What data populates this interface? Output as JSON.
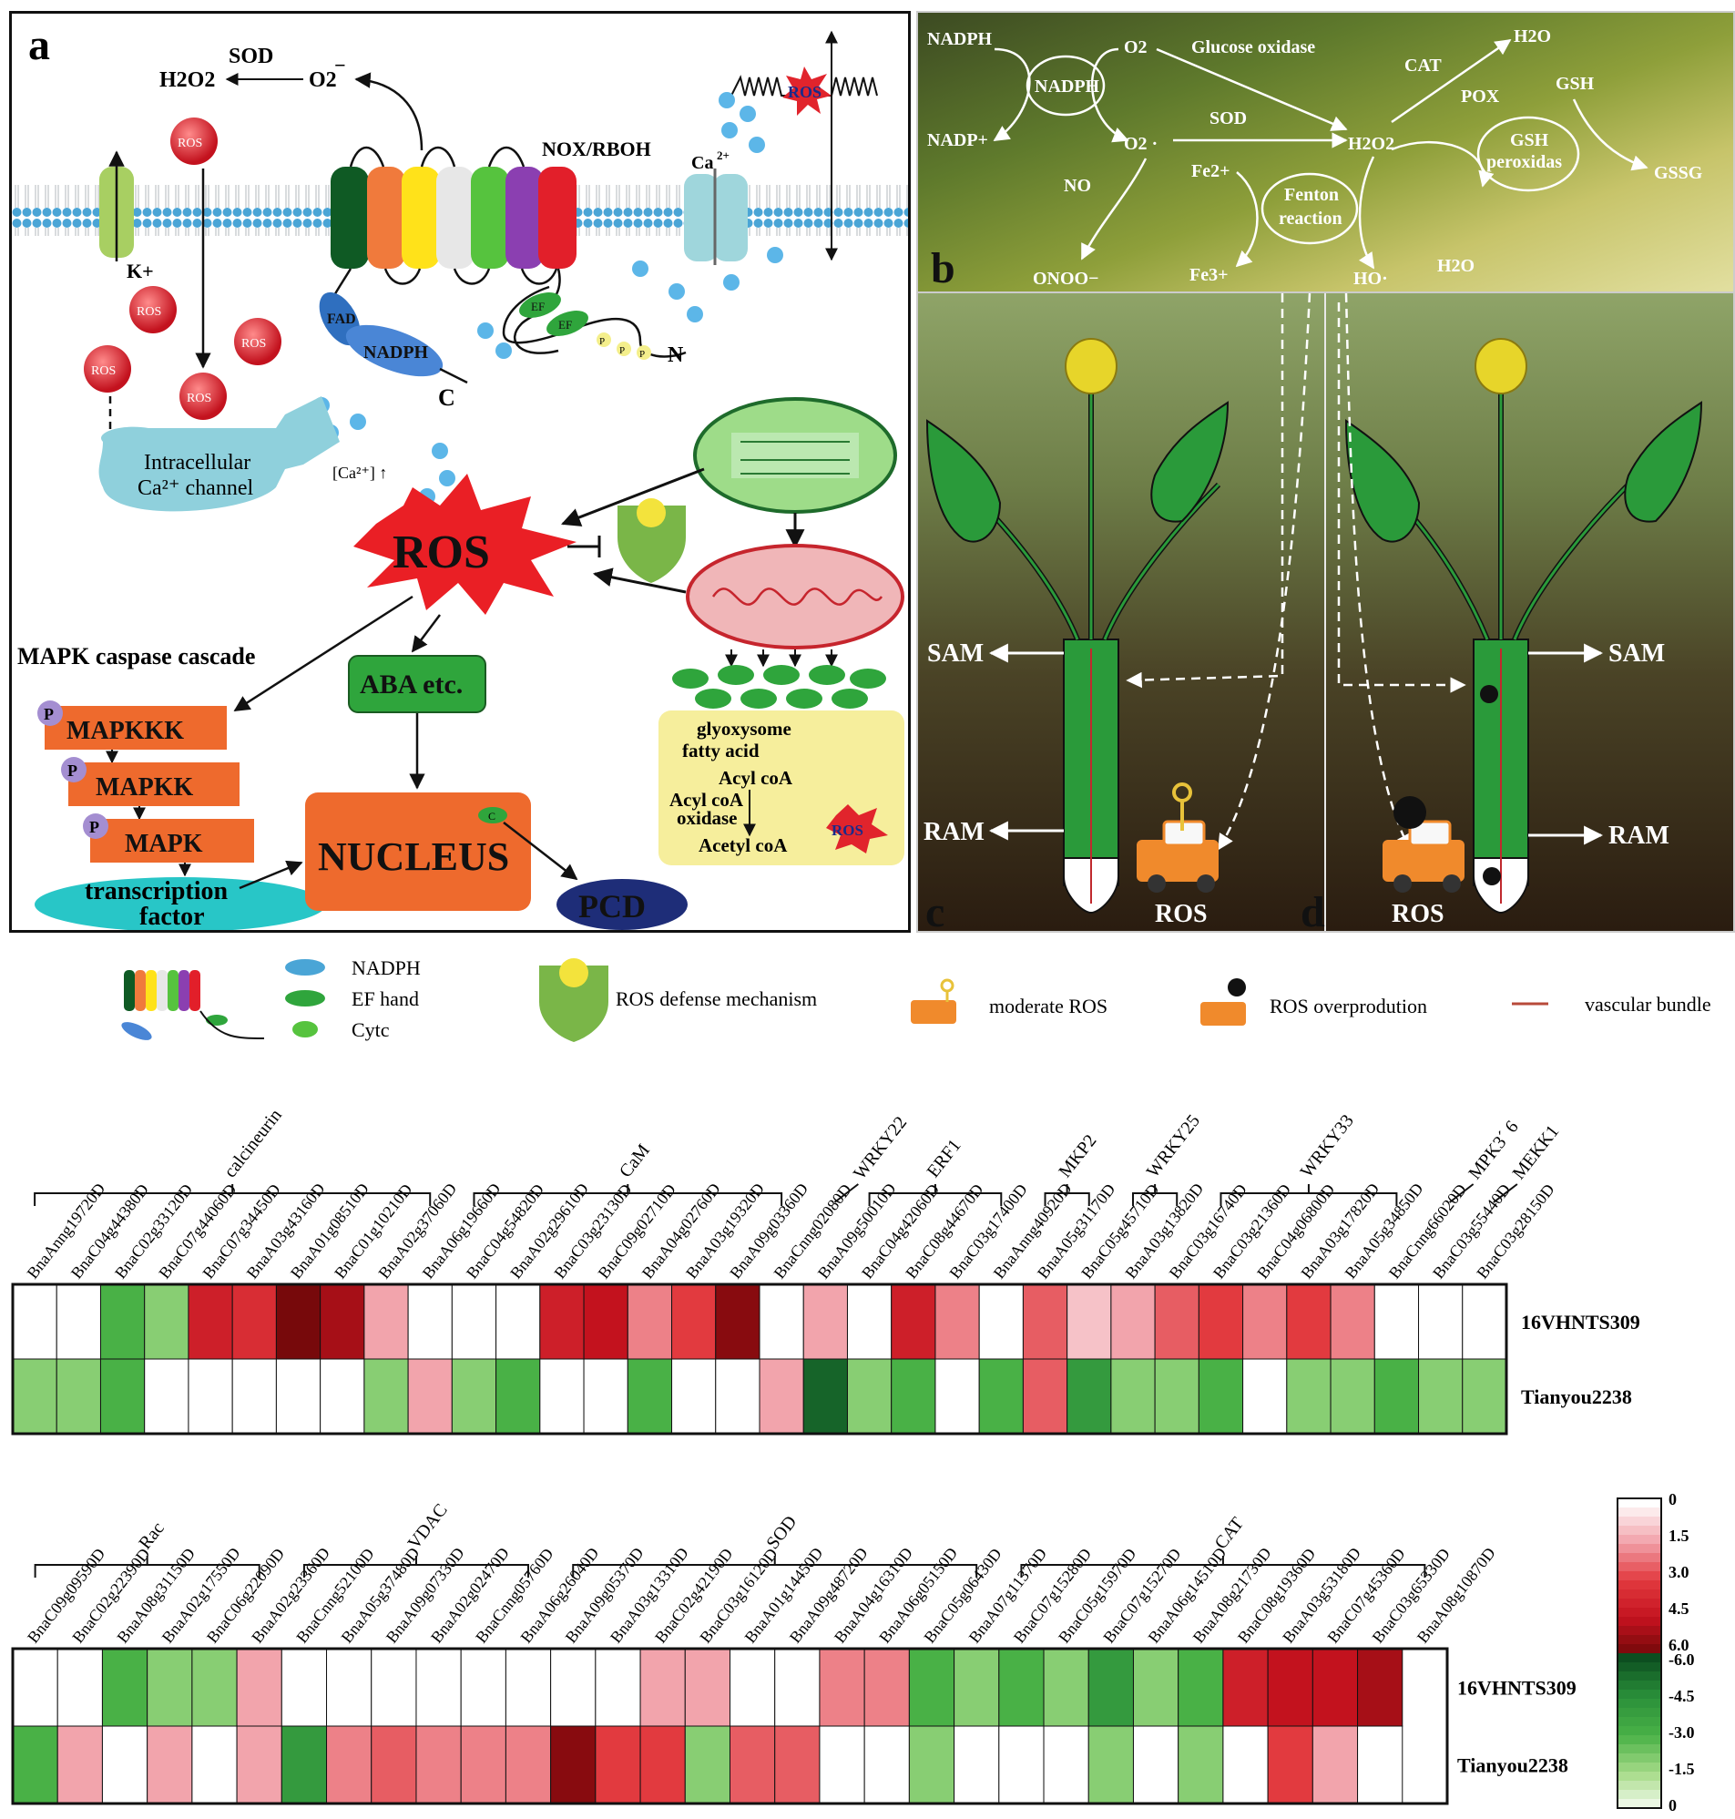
{
  "panel_letters": {
    "a": "a",
    "b": "b",
    "c": "c",
    "d": "d"
  },
  "panel_a": {
    "sod_label": "SOD",
    "h2o2": "H2O2",
    "o2_radical": "O2",
    "o2_charge": "−",
    "ros_small": "ROS",
    "nox_label": "NOX/RBOH",
    "ca_label": "Ca",
    "ca_sup": "2+",
    "ca_ion": "Ca",
    "k_label": "K+",
    "fad_label": "FAD",
    "nadph_label": "NADPH",
    "c_term": "C",
    "n_term": "N",
    "p_label": "P",
    "ef_label": "EF",
    "intracellular_line1": "Intracellular",
    "intracellular_line2": "Ca²⁺ channel",
    "ca_increase": "[Ca²⁺] ↑",
    "ros_big": "ROS",
    "ros_wave_label": "ROS",
    "mapk_cascade": "MAPK caspase cascade",
    "mapkkk": "MAPKKK",
    "mapkk": "MAPKK",
    "mapk": "MAPK",
    "tf_line1": "transcription",
    "tf_line2": "factor",
    "aba": "ABA etc.",
    "nucleus": "NUCLEUS",
    "pcd": "PCD",
    "glyoxysome_lines": [
      "glyoxysome",
      "fatty acid",
      "Acyl coA",
      "Acyl  coA",
      "oxidase",
      "Acetyl  coA"
    ],
    "glyox_ros": "ROS",
    "cytc": "C"
  },
  "panel_b": {
    "nadph_top": "NADPH",
    "nadph_circle": "NADPH",
    "nadp": "NADP+",
    "o2": "O2",
    "o2_rad": "O2 ·",
    "glucose_oxidase": "Glucose oxidase",
    "sod": "SOD",
    "h2o2": "H2O2",
    "cat": "CAT",
    "pox": "POX",
    "h2o_top": "H2O",
    "gsh": "GSH",
    "gsh_perox_line1": "GSH",
    "gsh_perox_line2": "peroxidas",
    "gssg": "GSSG",
    "no": "NO",
    "fe2": "Fe2+",
    "fenton_line1": "Fenton",
    "fenton_line2": "reaction",
    "onoo": "ONOO−",
    "fe3": "Fe3+",
    "ho": "HO·",
    "h2o_bottom": "H2O"
  },
  "panel_cd": {
    "sam_left": "SAM",
    "ram_left": "RAM",
    "ros_left": "ROS",
    "sam_right": "SAM",
    "ram_right": "RAM",
    "ros_right": "ROS"
  },
  "legend": {
    "nadph": "NADPH",
    "ef_hand": "EF hand",
    "cytc": "Cytc",
    "ros_defense": "ROS defense mechanism",
    "moderate_ros": "moderate ROS",
    "ros_over": "ROS overprodution",
    "vascular": "vascular bundle"
  },
  "colors": {
    "red_dark": "#7a0a0a",
    "red_mid": "#d8232a",
    "red_light": "#f2a4ac",
    "green_dark": "#0f5a24",
    "green_mid": "#2fa53c",
    "green_light": "#8fcf6a",
    "membrane": "#4aa5d6"
  },
  "chart_data": [
    {
      "type": "heatmap",
      "rows": [
        "16VHNTS309",
        "Tianyou2238"
      ],
      "groups": [
        {
          "name": "calcineurin",
          "start": 0,
          "end": 9
        },
        {
          "name": "CaM",
          "start": 10,
          "end": 17
        },
        {
          "name": "WRKY22",
          "start": 18,
          "end": 18
        },
        {
          "name": "ERF1",
          "start": 19,
          "end": 22
        },
        {
          "name": "MKP2",
          "start": 23,
          "end": 24
        },
        {
          "name": "WRKY25",
          "start": 25,
          "end": 26
        },
        {
          "name": "WRKY33",
          "start": 27,
          "end": 31
        },
        {
          "name": "MPK3´ 6",
          "start": 32,
          "end": 32
        },
        {
          "name": "MEKK1",
          "start": 33,
          "end": 33
        }
      ],
      "genes": [
        "BnaAnng19720D",
        "BnaC04g44380D",
        "BnaC02g33120D",
        "BnaC07g44060D",
        "BnaC07g34450D",
        "BnaA03g43160D",
        "BnaA01g08510D",
        "BnaC01g10210D",
        "BnaA02g37060D",
        "BnaA06g19660D",
        "BnaC04g54820D",
        "BnaA02g29610D",
        "BnaC03g23130D",
        "BnaC09g02710D",
        "BnaA04g02760D",
        "BnaA03g19320D",
        "BnaA09g03360D",
        "BnaCnng02080D",
        "BnaA09g50010D",
        "BnaC04g42060D",
        "BnaC08g44670D",
        "BnaC03g17400D",
        "BnaAnng40920D",
        "BnaA05g31170D",
        "BnaC05g45710D",
        "BnaA03g13820D",
        "BnaC03g16740D",
        "BnaC03g21360D",
        "BnaC04g06800D",
        "BnaA03g17820D",
        "BnaA05g34850D",
        "BnaCnng66020D",
        "BnaC03g55440D",
        "BnaC03g28150D"
      ],
      "values": [
        [
          0,
          0,
          -3,
          -2,
          4,
          3.5,
          5.8,
          5,
          1.5,
          0,
          0,
          0,
          4,
          4.5,
          2,
          3,
          5.5,
          0,
          1.5,
          0,
          4,
          2,
          0,
          2.5,
          1,
          1.5,
          2.5,
          3,
          2,
          3,
          2,
          0,
          0,
          0
        ],
        [
          -2,
          -2,
          -3,
          0,
          0,
          0,
          0,
          0,
          -2,
          1.5,
          -2,
          -3,
          0,
          0,
          -3,
          0,
          0,
          1.5,
          -5.5,
          -2,
          -3,
          0,
          -3,
          2.5,
          -4,
          -2,
          -2,
          -3,
          0,
          -2,
          -2,
          -3,
          -2,
          -2
        ]
      ]
    },
    {
      "type": "heatmap",
      "rows": [
        "16VHNTS309",
        "Tianyou2238"
      ],
      "groups": [
        {
          "name": "Rac",
          "start": 0,
          "end": 5
        },
        {
          "name": "VDAC",
          "start": 6,
          "end": 11
        },
        {
          "name": "SOD",
          "start": 12,
          "end": 21
        },
        {
          "name": "CAT",
          "start": 22,
          "end": 31
        }
      ],
      "genes": [
        "BnaC09g09590D",
        "BnaC02g22390D",
        "BnaA08g31150D",
        "BnaA02g17550D",
        "BnaC06g22090D",
        "BnaA02g23360D",
        "BnaCnng52100D",
        "BnaA05g37480D",
        "BnaA09g07330D",
        "BnaA02g02470D",
        "BnaCnng05760D",
        "BnaA06g26040D",
        "BnaA09g05370D",
        "BnaA03g13310D",
        "BnaC02g42190D",
        "BnaC03g16120D",
        "BnaA01g14450D",
        "BnaA09g48720D",
        "BnaA04g16310D",
        "BnaA06g05150D",
        "BnaC05g06430D",
        "BnaA07g11370D",
        "BnaC07g15280D",
        "BnaC05g15970D",
        "BnaC07g15270D",
        "BnaA06g14510D",
        "BnaA08g21730D",
        "BnaC08g19360D",
        "BnaA03g53180D",
        "BnaC07g45360D",
        "BnaC03g65330D",
        "BnaA08g10870D"
      ],
      "values": [
        [
          0,
          0,
          -3,
          -2,
          -2,
          1.5,
          0,
          0,
          0,
          0,
          0,
          0,
          0,
          0,
          1.5,
          1.5,
          0,
          0,
          2,
          2,
          -3,
          -2,
          -3,
          -2,
          -4,
          -2,
          -3,
          4,
          4.5,
          4.5,
          5
        ],
        [
          -3,
          1.5,
          0,
          1.5,
          0,
          1.5,
          -4,
          2,
          2.5,
          2,
          2,
          2,
          5.5,
          3,
          3,
          -2,
          2.5,
          2.5,
          0,
          0,
          -2,
          0,
          0,
          0,
          -2,
          0,
          -2,
          0,
          3,
          1.5,
          0
        ]
      ]
    }
  ],
  "colorbar": {
    "ticks_red": [
      "0",
      "1.5",
      "3.0",
      "4.5",
      "6.0"
    ],
    "ticks_green": [
      "-6.0",
      "-4.5",
      "-3.0",
      "-1.5",
      "0"
    ]
  }
}
